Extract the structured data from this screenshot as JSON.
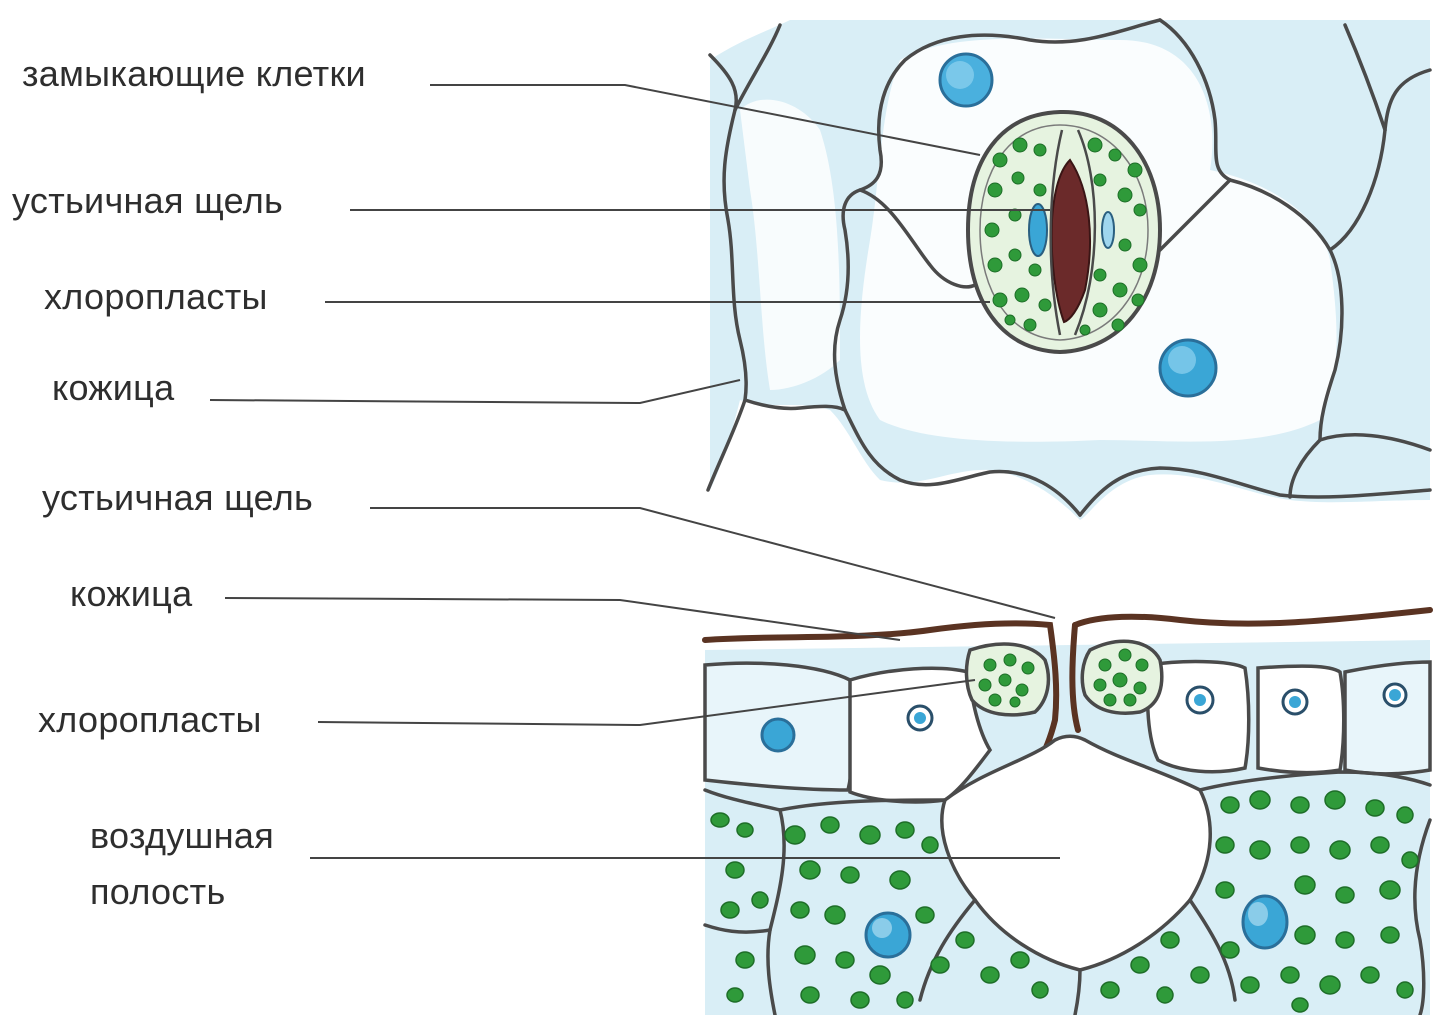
{
  "labels": {
    "top_guard_cells": "замыкающие клетки",
    "top_stomatal_slit": "устьичная щель",
    "top_chloroplasts": "хлоропласты",
    "top_epidermis": "кожица",
    "bottom_stomatal_slit": "устьичная щель",
    "bottom_epidermis": "кожица",
    "bottom_chloroplasts": "хлоропласты",
    "air_cavity_line1": "воздушная",
    "air_cavity_line2": "полость"
  },
  "colors": {
    "background": "#ffffff",
    "cell_fill": "#d9eef6",
    "cell_wall": "#4a4a4a",
    "cuticle": "#5a3322",
    "chloroplast": "#2f9a3a",
    "chloroplast_dark": "#1e6e28",
    "nucleus": "#3aa6d6",
    "stomatal_pore": "#6b2a2a",
    "guard_cell_fill": "#e6f3e0",
    "leader_line": "#444444",
    "label_text": "#2e2e2e"
  }
}
